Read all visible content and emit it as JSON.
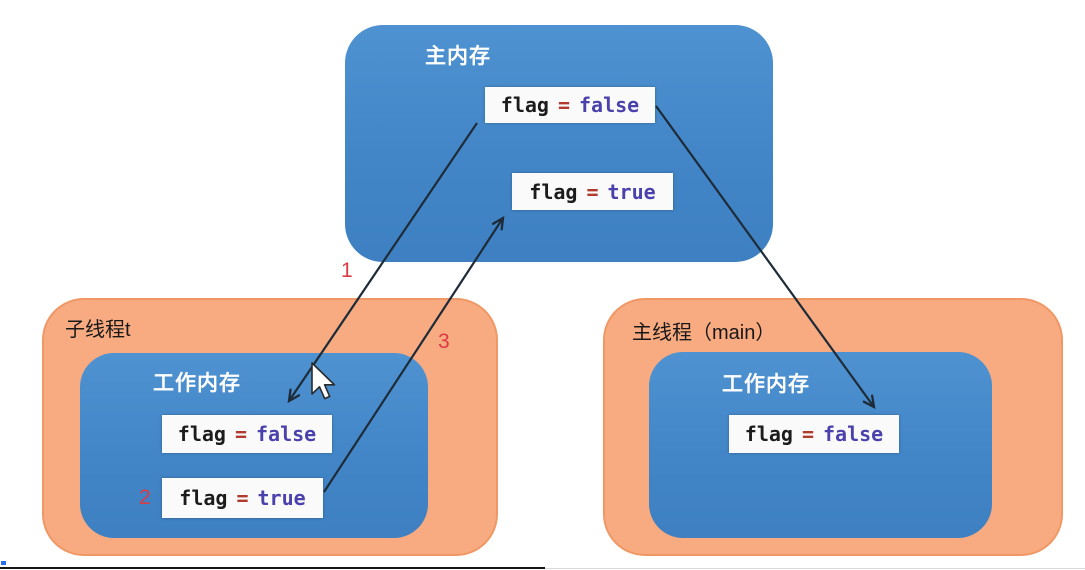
{
  "main_memory": {
    "title": "主内存",
    "flag_false": {
      "var": "flag",
      "op": "=",
      "value": "false"
    },
    "flag_true": {
      "var": "flag",
      "op": "=",
      "value": "true"
    }
  },
  "child_thread": {
    "title": "子线程t",
    "working_memory_title": "工作内存",
    "flag_false": {
      "var": "flag",
      "op": "=",
      "value": "false"
    },
    "flag_true": {
      "var": "flag",
      "op": "=",
      "value": "true"
    }
  },
  "main_thread": {
    "title": "主线程（main）",
    "working_memory_title": "工作内存",
    "flag_false": {
      "var": "flag",
      "op": "=",
      "value": "false"
    }
  },
  "arrows": {
    "label_1": "1",
    "label_2": "2",
    "label_3": "3"
  },
  "colors": {
    "memory_blue": "#4286c8",
    "thread_orange": "#f8ab80",
    "thread_orange_border": "#ef9866",
    "code_background": "#fafafa",
    "code_variable": "#1c1c1c",
    "code_operator": "#b03a2e",
    "code_value": "#4a41ad",
    "arrow_stroke": "#1e2b38",
    "step_number_red": "#db3a45"
  }
}
